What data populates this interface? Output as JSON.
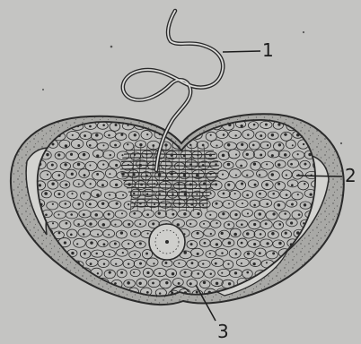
{
  "labels": {
    "l1": "1",
    "l2": "2",
    "l3": "3"
  },
  "colors": {
    "background": "#c4c4c2",
    "ink": "#1c1c1c",
    "outer_layer": "#a9a9a6",
    "cell_fill": "#bdbdbb"
  }
}
